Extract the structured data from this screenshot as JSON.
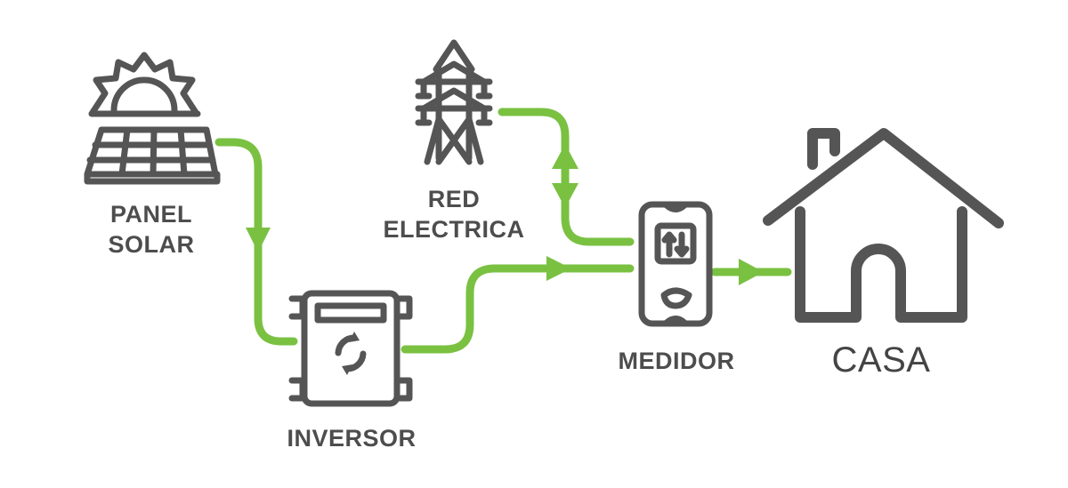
{
  "diagram": {
    "nodes": [
      {
        "id": "panel",
        "label_lines": [
          "PANEL",
          "SOLAR"
        ],
        "icon": "solar-panel-icon"
      },
      {
        "id": "inversor",
        "label_lines": [
          "INVERSOR"
        ],
        "icon": "inverter-icon"
      },
      {
        "id": "red",
        "label_lines": [
          "RED",
          "ELECTRICA"
        ],
        "icon": "power-tower-icon"
      },
      {
        "id": "medidor",
        "label_lines": [
          "MEDIDOR"
        ],
        "icon": "meter-icon"
      },
      {
        "id": "casa",
        "label_lines": [
          "CASA"
        ],
        "icon": "house-icon"
      }
    ],
    "edges": [
      {
        "from": "panel",
        "to": "inversor",
        "direction": "forward"
      },
      {
        "from": "inversor",
        "to": "medidor",
        "direction": "forward"
      },
      {
        "from": "red",
        "to": "medidor",
        "direction": "bidirectional"
      },
      {
        "from": "medidor",
        "to": "casa",
        "direction": "forward"
      }
    ],
    "colors": {
      "flow": "#7ac142",
      "icon": "#555555",
      "text": "#4d4d4d"
    }
  }
}
